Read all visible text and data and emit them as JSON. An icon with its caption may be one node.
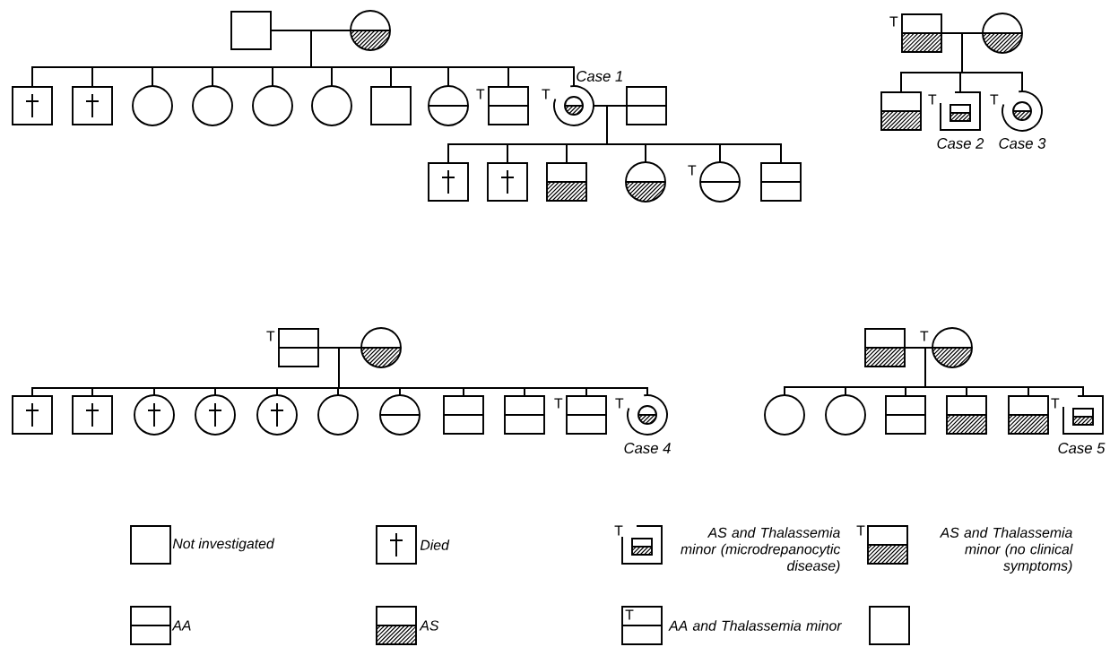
{
  "diagram": {
    "nodes": [
      {
        "text": [],
        "shape": "box"
      },
      {
        "text": [],
        "shape": "circle"
      },
      {
        "text": [],
        "shape": "box",
        "beside": [
          "T"
        ]
      },
      {
        "text": [],
        "shape": "circle"
      },
      {
        "text": [],
        "shape": "box"
      },
      {
        "text": [],
        "shape": "box"
      },
      {
        "text": [],
        "shape": "circle"
      },
      {
        "text": [],
        "shape": "circle"
      },
      {
        "text": [],
        "shape": "circle"
      },
      {
        "text": [],
        "shape": "circle"
      },
      {
        "text": [],
        "shape": "box"
      },
      {
        "text": [],
        "shape": "circle"
      },
      {
        "text": [],
        "shape": "box",
        "beside": [
          "T"
        ]
      },
      {
        "text": [],
        "shape": "circle",
        "beside": [
          "T",
          "Case 1"
        ]
      },
      {
        "text": [],
        "shape": "box"
      },
      {
        "text": [],
        "shape": "box"
      },
      {
        "text": [],
        "shape": "box",
        "beside": [
          "T",
          "Case 2"
        ]
      },
      {
        "text": [],
        "shape": "circle",
        "beside": [
          "T",
          "Case 3"
        ]
      },
      {
        "text": [],
        "shape": "box"
      },
      {
        "text": [],
        "shape": "box"
      },
      {
        "text": [],
        "shape": "box"
      },
      {
        "text": [],
        "shape": "circle"
      },
      {
        "text": [],
        "shape": "circle",
        "beside": [
          "T"
        ]
      },
      {
        "text": [],
        "shape": "box"
      },
      {
        "text": [],
        "shape": "box",
        "beside": [
          "T"
        ]
      },
      {
        "text": [],
        "shape": "circle"
      },
      {
        "text": [],
        "shape": "box"
      },
      {
        "text": [],
        "shape": "circle",
        "beside": [
          "T"
        ]
      },
      {
        "text": [],
        "shape": "box"
      },
      {
        "text": [],
        "shape": "box"
      },
      {
        "text": [],
        "shape": "circle"
      },
      {
        "text": [],
        "shape": "circle"
      },
      {
        "text": [],
        "shape": "circle"
      },
      {
        "text": [],
        "shape": "circle"
      },
      {
        "text": [],
        "shape": "circle"
      },
      {
        "text": [],
        "shape": "box"
      },
      {
        "text": [],
        "shape": "box"
      },
      {
        "text": [],
        "shape": "box",
        "beside": [
          "T"
        ]
      },
      {
        "text": [],
        "shape": "circle",
        "beside": [
          "T",
          "Case 4"
        ]
      },
      {
        "text": [],
        "shape": "circle"
      },
      {
        "text": [],
        "shape": "circle"
      },
      {
        "text": [],
        "shape": "box"
      },
      {
        "text": [],
        "shape": "box"
      },
      {
        "text": [],
        "shape": "box"
      },
      {
        "text": [],
        "shape": "box",
        "beside": [
          "T",
          "Case 5"
        ]
      },
      {
        "text": [],
        "shape": "box"
      }
    ],
    "edges": [
      {
        "from": 0,
        "to": 1,
        "arrow": "none"
      },
      {
        "from": 0,
        "to": 4,
        "arrow": "none"
      },
      {
        "from": 0,
        "to": 5,
        "arrow": "none"
      },
      {
        "from": 0,
        "to": 6,
        "arrow": "none"
      },
      {
        "from": 0,
        "to": 7,
        "arrow": "none"
      },
      {
        "from": 0,
        "to": 8,
        "arrow": "none"
      },
      {
        "from": 0,
        "to": 9,
        "arrow": "none"
      },
      {
        "from": 0,
        "to": 10,
        "arrow": "none"
      },
      {
        "from": 0,
        "to": 11,
        "arrow": "none"
      },
      {
        "from": 0,
        "to": 12,
        "arrow": "none"
      },
      {
        "from": 0,
        "to": 13,
        "arrow": "none"
      },
      {
        "from": 13,
        "to": 14,
        "arrow": "none"
      },
      {
        "from": 13,
        "to": 18,
        "arrow": "none"
      },
      {
        "from": 13,
        "to": 19,
        "arrow": "none"
      },
      {
        "from": 13,
        "to": 20,
        "arrow": "none"
      },
      {
        "from": 13,
        "to": 21,
        "arrow": "none"
      },
      {
        "from": 13,
        "to": 22,
        "arrow": "none"
      },
      {
        "from": 13,
        "to": 23,
        "arrow": "none"
      },
      {
        "from": 2,
        "to": 3,
        "arrow": "none"
      },
      {
        "from": 2,
        "to": 15,
        "arrow": "none"
      },
      {
        "from": 2,
        "to": 16,
        "arrow": "none"
      },
      {
        "from": 2,
        "to": 17,
        "arrow": "none"
      },
      {
        "from": 24,
        "to": 25,
        "arrow": "none"
      },
      {
        "from": 24,
        "to": 28,
        "arrow": "none"
      },
      {
        "from": 24,
        "to": 29,
        "arrow": "none"
      },
      {
        "from": 24,
        "to": 30,
        "arrow": "none"
      },
      {
        "from": 24,
        "to": 31,
        "arrow": "none"
      },
      {
        "from": 24,
        "to": 32,
        "arrow": "none"
      },
      {
        "from": 24,
        "to": 33,
        "arrow": "none"
      },
      {
        "from": 24,
        "to": 34,
        "arrow": "none"
      },
      {
        "from": 24,
        "to": 35,
        "arrow": "none"
      },
      {
        "from": 24,
        "to": 36,
        "arrow": "none"
      },
      {
        "from": 24,
        "to": 37,
        "arrow": "none"
      },
      {
        "from": 24,
        "to": 38,
        "arrow": "none"
      },
      {
        "from": 26,
        "to": 27,
        "arrow": "none"
      },
      {
        "from": 26,
        "to": 39,
        "arrow": "none"
      },
      {
        "from": 26,
        "to": 40,
        "arrow": "none"
      },
      {
        "from": 26,
        "to": 41,
        "arrow": "none"
      },
      {
        "from": 26,
        "to": 42,
        "arrow": "none"
      },
      {
        "from": 26,
        "to": 43,
        "arrow": "none"
      },
      {
        "from": 26,
        "to": 44,
        "arrow": "none"
      },
      {
        "from": 1,
        "to": 4,
        "arrow": "none"
      },
      {
        "from": 1,
        "to": 5,
        "arrow": "none"
      },
      {
        "from": 1,
        "to": 6,
        "arrow": "none"
      },
      {
        "from": 1,
        "to": 7,
        "arrow": "none"
      },
      {
        "from": 1,
        "to": 8,
        "arrow": "none"
      },
      {
        "from": 1,
        "to": 9,
        "arrow": "none"
      },
      {
        "from": 1,
        "to": 10,
        "arrow": "none"
      },
      {
        "from": 1,
        "to": 11,
        "arrow": "none"
      },
      {
        "from": 1,
        "to": 12,
        "arrow": "none"
      },
      {
        "from": 1,
        "to": 13,
        "arrow": "none"
      },
      {
        "from": 14,
        "to": 18,
        "arrow": "none"
      },
      {
        "from": 14,
        "to": 19,
        "arrow": "none"
      },
      {
        "from": 14,
        "to": 20,
        "arrow": "none"
      },
      {
        "from": 14,
        "to": 21,
        "arrow": "none"
      },
      {
        "from": 14,
        "to": 22,
        "arrow": "none"
      },
      {
        "from": 14,
        "to": 23,
        "arrow": "none"
      },
      {
        "from": 3,
        "to": 15,
        "arrow": "none"
      },
      {
        "from": 3,
        "to": 16,
        "arrow": "none"
      },
      {
        "from": 3,
        "to": 17,
        "arrow": "none"
      },
      {
        "from": 25,
        "to": 28,
        "arrow": "none"
      },
      {
        "from": 25,
        "to": 29,
        "arrow": "none"
      },
      {
        "from": 25,
        "to": 30,
        "arrow": "none"
      },
      {
        "from": 25,
        "to": 31,
        "arrow": "none"
      },
      {
        "from": 25,
        "to": 32,
        "arrow": "none"
      },
      {
        "from": 25,
        "to": 33,
        "arrow": "none"
      },
      {
        "from": 25,
        "to": 34,
        "arrow": "none"
      },
      {
        "from": 25,
        "to": 35,
        "arrow": "none"
      },
      {
        "from": 25,
        "to": 36,
        "arrow": "none"
      },
      {
        "from": 25,
        "to": 37,
        "arrow": "none"
      },
      {
        "from": 25,
        "to": 38,
        "arrow": "none"
      },
      {
        "from": 27,
        "to": 39,
        "arrow": "none"
      },
      {
        "from": 27,
        "to": 40,
        "arrow": "none"
      },
      {
        "from": 27,
        "to": 41,
        "arrow": "none"
      },
      {
        "from": 27,
        "to": 42,
        "arrow": "none"
      },
      {
        "from": 27,
        "to": 43,
        "arrow": "none"
      },
      {
        "from": 27,
        "to": 44,
        "arrow": "none"
      }
    ],
    "labels": [
      "T",
      "T",
      "T"
    ],
    "legend": [
      {
        "text": "Not investigated"
      },
      {
        "text": "Died"
      },
      {
        "text": "AS and Thalassemia minor (microdrepanocytic disease)"
      },
      {
        "text": "AS and Thalassemia minor (no clinical symptoms)"
      },
      {
        "text": "AA"
      },
      {
        "text": "AS"
      },
      {
        "text": "AA and Thalassemia minor"
      }
    ]
  }
}
